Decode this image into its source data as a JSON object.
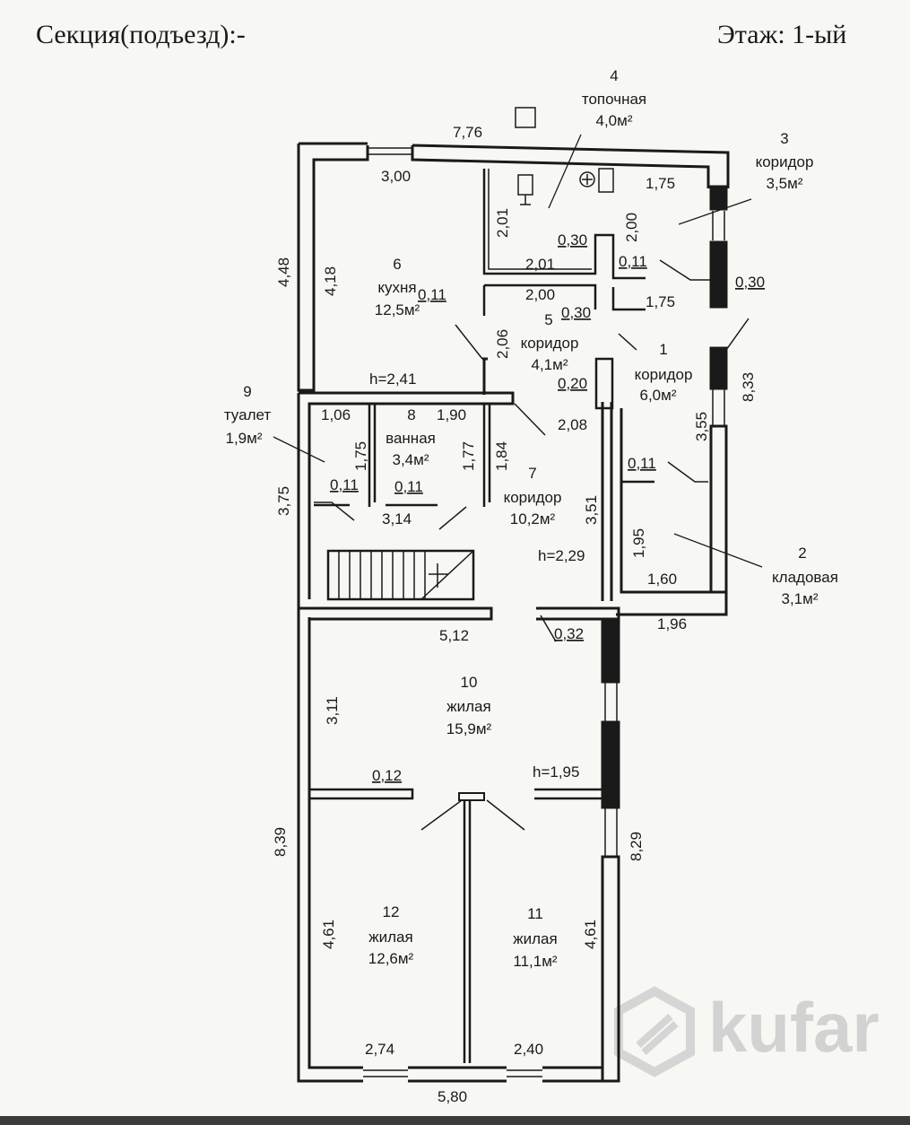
{
  "header": {
    "section": "Секция(подъезд):-",
    "floor": "Этаж: 1-ый"
  },
  "rooms": [
    {
      "num": "1",
      "name": "коридор",
      "area": "6,0м²"
    },
    {
      "num": "2",
      "name": "кладовая",
      "area": "3,1м²"
    },
    {
      "num": "3",
      "name": "коридор",
      "area": "3,5м²"
    },
    {
      "num": "4",
      "name": "топочная",
      "area": "4,0м²"
    },
    {
      "num": "5",
      "name": "коридор",
      "area": "4,1м²"
    },
    {
      "num": "6",
      "name": "кухня",
      "area": "12,5м²"
    },
    {
      "num": "7",
      "name": "коридор",
      "area": "10,2м²"
    },
    {
      "num": "8",
      "name": "ванная",
      "area": "3,4м²"
    },
    {
      "num": "9",
      "name": "туалет",
      "area": "1,9м²"
    },
    {
      "num": "10",
      "name": "жилая",
      "area": "15,9м²"
    },
    {
      "num": "11",
      "name": "жилая",
      "area": "11,1м²"
    },
    {
      "num": "12",
      "name": "жилая",
      "area": "12,6м²"
    }
  ],
  "dimensions": {
    "top_overall": "7,76",
    "kitchen_width": "3,00",
    "furnace_top": "1,75",
    "left_outer_top": "4,48",
    "kitchen_height": "4,18",
    "furnace_left": "2,01",
    "furnace_bottom": "2,01",
    "furnace_right": "2,00",
    "wall_030_a": "0,30",
    "wall_011_a": "0,11",
    "wall_030_b": "0,30",
    "wall_011_b": "0,11",
    "corr5_width": "2,00",
    "wall_030_c": "0,30",
    "corr1_top": "1,75",
    "corr5_height": "2,06",
    "wall_020": "0,20",
    "right_outer_top": "8,33",
    "kitchen_h": "h=2,41",
    "toilet_width": "1,06",
    "bath_width": "1,90",
    "corr7_top": "2,08",
    "corr1_height": "3,55",
    "toilet_height": "1,75",
    "bath_height": "1,77",
    "corr7_left": "1,84",
    "corr7_right": "3,51",
    "wall_011_c": "0,11",
    "wall_011_d": "0,11",
    "wall_011_e": "0,11",
    "left_outer_mid": "3,75",
    "wcbath_bottom": "3,14",
    "pantry_height": "1,95",
    "corr7_h": "h=2,29",
    "pantry_width": "1,60",
    "pantry_outer": "1,96",
    "room10_width": "5,12",
    "wall_032": "0,32",
    "room10_height": "3,11",
    "wall_012": "0,12",
    "room10_h": "h=1,95",
    "left_outer_bottom": "8,39",
    "right_outer_bottom": "8,29",
    "room12_height": "4,61",
    "room11_height": "4,61",
    "room12_width": "2,74",
    "room11_width": "2,40",
    "bottom_overall": "5,80"
  },
  "watermark": "kufar",
  "colors": {
    "wall": "#1a1a1a",
    "paper": "#f7f7f4",
    "watermark": "#cfcfcf"
  }
}
